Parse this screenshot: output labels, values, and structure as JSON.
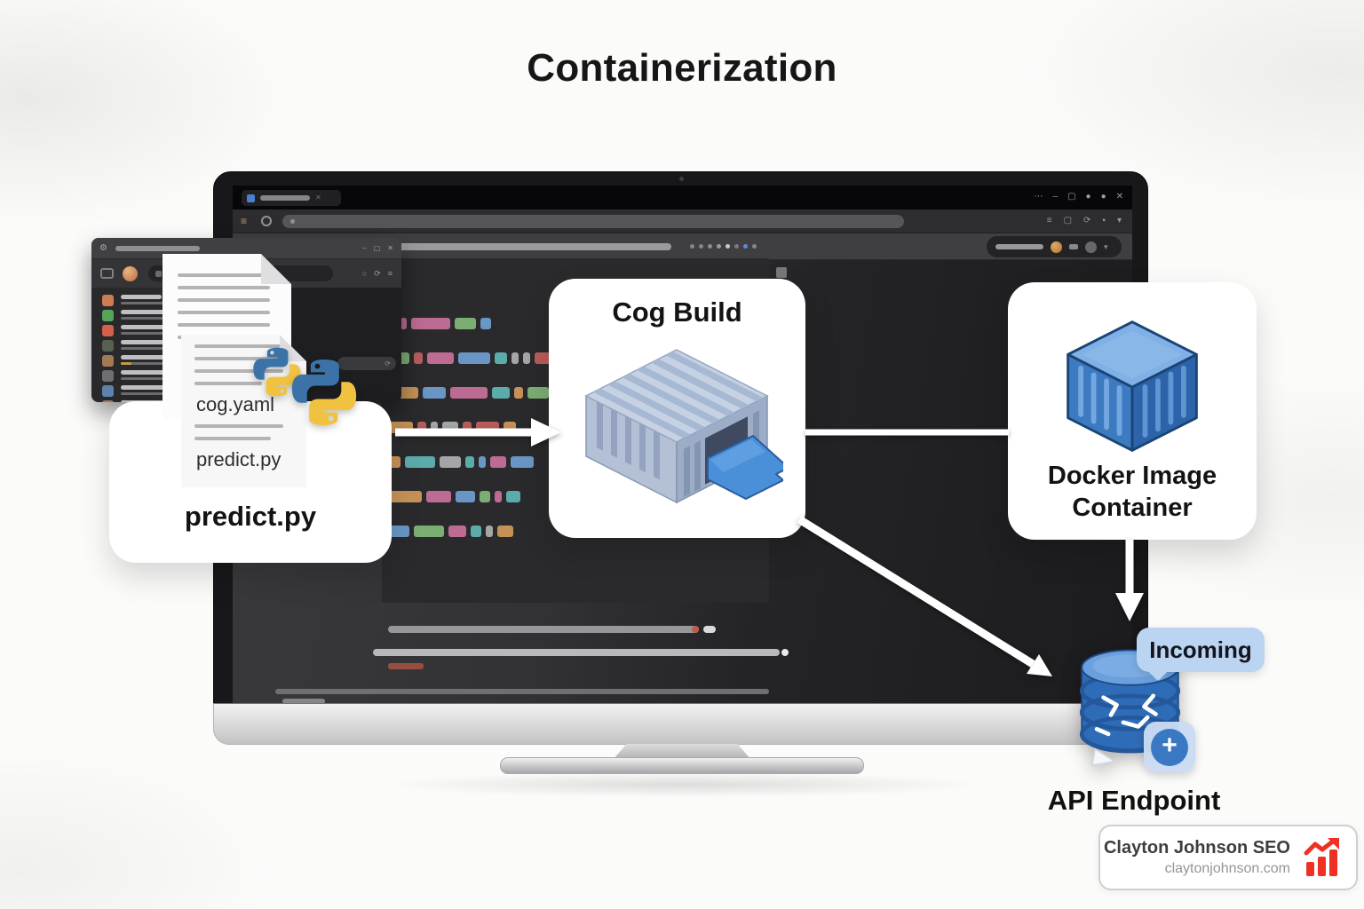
{
  "title": "Containerization",
  "diagram": {
    "source_card": {
      "label": "predict.py"
    },
    "front_doc": {
      "file1": "cog.yaml",
      "file2": "predict.py"
    },
    "cog_card": {
      "label": "Cog Build"
    },
    "docker_card": {
      "line1": "Docker Image",
      "line2": "Container"
    },
    "api": {
      "bubble_label": "Incoming",
      "label": "API Endpoint",
      "plus_glyph": "+"
    }
  },
  "watermark": {
    "name": "Clayton Johnson SEO",
    "site": "claytonjohnson.com"
  },
  "colors": {
    "ramp_blue": "#4a90d9",
    "container_steel": "#b3c0d6",
    "docker_blue_top": "#7fb1e6",
    "docker_blue_left": "#3c7bc1",
    "docker_blue_right": "#2d63a9",
    "db_blue": "#2f6cb8",
    "bubble_blue": "#bad4f2",
    "watermark_red": "#ee3124",
    "python_blue": "#3b73a8",
    "python_yellow": "#f0c23f",
    "arrow_white": "#ffffff"
  },
  "browser": {
    "window_controls": [
      "⋯",
      "–",
      "▢",
      "●",
      "●",
      "✕"
    ],
    "address_icons": [
      "≡",
      "▢",
      "⟳",
      "▪",
      "▾"
    ],
    "dot_colors": [
      "#86868a",
      "#86868a",
      "#8e8e92",
      "#9a9a9e",
      "#c9c9cc",
      "#7c7c80",
      "#5b8dd9",
      "#86868a"
    ]
  },
  "mini_window": {
    "controls": [
      "–",
      "▢",
      "✕"
    ],
    "panel_buttons": [
      "○",
      "⟳",
      "≡"
    ],
    "sidebar_rows": [
      {
        "c": "#cd7d52",
        "lw": 46,
        "sw": 92,
        "accent": false
      },
      {
        "c": "#57a35a",
        "lw": 96,
        "sw": 72,
        "accent": false
      },
      {
        "c": "#d2604a",
        "lw": 54,
        "sw": 84,
        "accent": false
      },
      {
        "c": "#55624f",
        "lw": 48,
        "sw": 66,
        "accent": false
      },
      {
        "c": "#a37a55",
        "lw": 60,
        "sw": 96,
        "accent": true
      },
      {
        "c": "#6f6f71",
        "lw": 74,
        "sw": 62,
        "accent": false
      },
      {
        "c": "#5f82ad",
        "lw": 88,
        "sw": 80,
        "accent": false
      },
      {
        "c": "#9a7a5f",
        "lw": 70,
        "sw": 56,
        "accent": false
      }
    ]
  },
  "editor": {
    "palette": [
      "#c9729c",
      "#6f9fd3",
      "#d29a5b",
      "#83b979",
      "#5fb6b6",
      "#c75f5f",
      "#b0b0b3",
      "#8f7fd0"
    ],
    "lines": [
      [
        [
          9,
          6
        ],
        [
          7,
          0
        ],
        [
          44,
          0
        ],
        [
          24,
          3
        ],
        [
          12,
          1
        ]
      ],
      [
        [
          24,
          3
        ],
        [
          10,
          5
        ],
        [
          30,
          0
        ],
        [
          36,
          1
        ],
        [
          14,
          4
        ],
        [
          8,
          6
        ],
        [
          8,
          6
        ],
        [
          18,
          5
        ]
      ],
      [
        [
          34,
          2
        ],
        [
          26,
          1
        ],
        [
          42,
          0
        ],
        [
          20,
          4
        ],
        [
          10,
          2
        ],
        [
          24,
          3
        ],
        [
          10,
          6
        ]
      ],
      [
        [
          28,
          2
        ],
        [
          10,
          5
        ],
        [
          8,
          6
        ],
        [
          18,
          6
        ],
        [
          10,
          5
        ],
        [
          26,
          5
        ],
        [
          14,
          2
        ]
      ],
      [
        [
          14,
          2
        ],
        [
          34,
          4
        ],
        [
          24,
          6
        ],
        [
          10,
          4
        ],
        [
          8,
          1
        ],
        [
          18,
          0
        ],
        [
          26,
          1
        ]
      ],
      [
        [
          38,
          2
        ],
        [
          28,
          0
        ],
        [
          22,
          1
        ],
        [
          12,
          3
        ],
        [
          8,
          0
        ],
        [
          16,
          4
        ]
      ],
      [
        [
          24,
          1
        ],
        [
          34,
          3
        ],
        [
          20,
          0
        ],
        [
          12,
          4
        ],
        [
          8,
          6
        ],
        [
          18,
          2
        ]
      ]
    ]
  },
  "doc_lines": {
    "back": [
      104,
      104,
      104,
      104,
      104,
      88
    ],
    "front_top": [
      100,
      100,
      100,
      76
    ],
    "front_mid": [
      100,
      86
    ]
  }
}
